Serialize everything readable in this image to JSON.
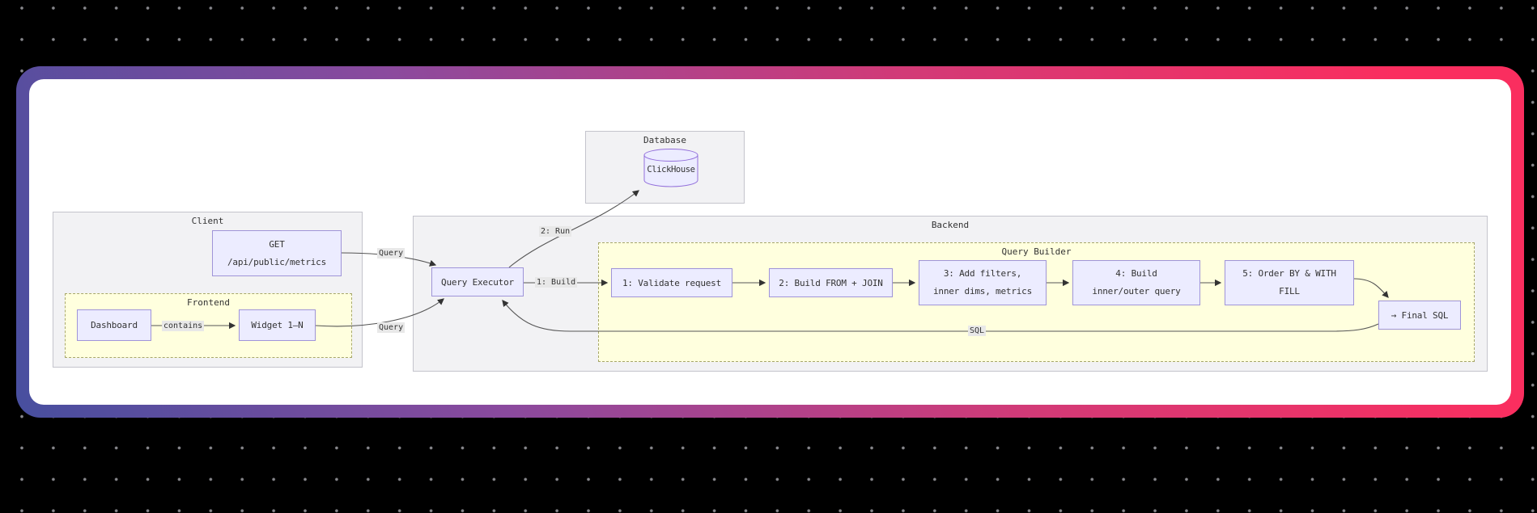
{
  "background": {
    "dot_color": "#87878c"
  },
  "card": {
    "gradient_colors": [
      "#474f9f",
      "#8a4a9e",
      "#d23a77",
      "#fa2e5f"
    ]
  },
  "diagram": {
    "clusters": {
      "database": "Database",
      "client": "Client",
      "frontend": "Frontend",
      "backend": "Backend",
      "query_builder": "Query Builder"
    },
    "nodes": {
      "clickhouse": "ClickHouse",
      "get_api": {
        "line1": "GET",
        "line2": "/api/public/metrics"
      },
      "dashboard": "Dashboard",
      "widget": "Widget 1–N",
      "query_executor": "Query Executor",
      "steps": [
        {
          "line1": "1: Validate request"
        },
        {
          "line1": "2: Build FROM + JOIN"
        },
        {
          "line1": "3: Add filters,",
          "line2": "inner dims, metrics"
        },
        {
          "line1": "4: Build",
          "line2": "inner/outer query"
        },
        {
          "line1": "5: Order BY & WITH",
          "line2": "FILL"
        }
      ],
      "final_sql": "→ Final SQL"
    },
    "edge_labels": {
      "contains": "contains",
      "query_top": "Query",
      "query_bottom": "Query",
      "run": "2: Run",
      "build": "1: Build",
      "sql": "SQL"
    },
    "colors": {
      "node_fill": "#ECECFF",
      "node_border": "#9370DB",
      "cluster_gray_fill": "#f2f2f4",
      "cluster_yellow_fill": "#ffffde",
      "edge_stroke": "#555555",
      "edge_label_bg": "#e8e8e8"
    }
  }
}
